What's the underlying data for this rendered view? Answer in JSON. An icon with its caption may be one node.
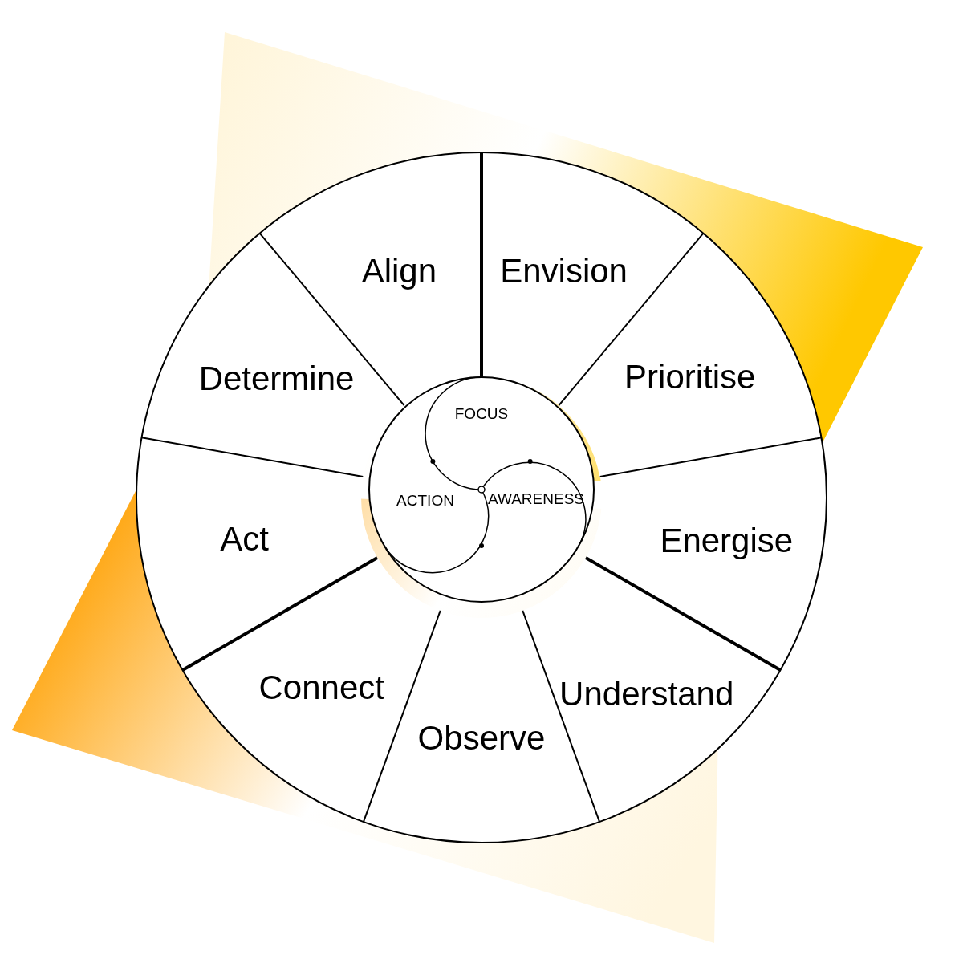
{
  "diagram": {
    "nodes": [
      {
        "text": [
          "Align"
        ]
      },
      {
        "text": [
          "Envision"
        ]
      },
      {
        "text": [
          "Determine"
        ]
      },
      {
        "text": [
          "Prioritise"
        ]
      },
      {
        "text": [
          "Act"
        ]
      },
      {
        "text": [
          "Energise"
        ]
      },
      {
        "text": [
          "Connect"
        ]
      },
      {
        "text": [
          "Understand"
        ]
      },
      {
        "text": [
          "Observe"
        ]
      },
      {
        "text": [],
        "shape": "circle"
      },
      {
        "text": [
          "FOCUS"
        ],
        "in": 9
      },
      {
        "text": [
          "ACTION"
        ],
        "in": 9
      },
      {
        "text": [
          "AWARENESS"
        ],
        "in": 9
      }
    ],
    "edges": []
  }
}
